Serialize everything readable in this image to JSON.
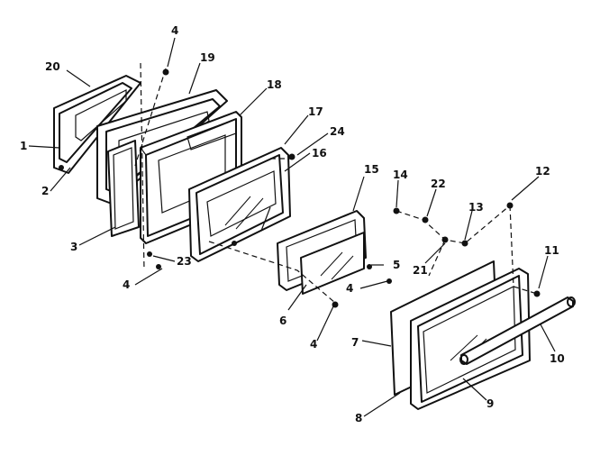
{
  "callouts": [
    {
      "id": "c1",
      "text": "1"
    },
    {
      "id": "c2",
      "text": "2"
    },
    {
      "id": "c3",
      "text": "3"
    },
    {
      "id": "c4a",
      "text": "4"
    },
    {
      "id": "c4b",
      "text": "4"
    },
    {
      "id": "c4c",
      "text": "4"
    },
    {
      "id": "c4d",
      "text": "4"
    },
    {
      "id": "c5",
      "text": "5"
    },
    {
      "id": "c6",
      "text": "6"
    },
    {
      "id": "c7",
      "text": "7"
    },
    {
      "id": "c8a",
      "text": "8"
    },
    {
      "id": "c9",
      "text": "9"
    },
    {
      "id": "c10",
      "text": "10"
    },
    {
      "id": "c11",
      "text": "11"
    },
    {
      "id": "c12",
      "text": "12"
    },
    {
      "id": "c13",
      "text": "13"
    },
    {
      "id": "c14",
      "text": "14"
    },
    {
      "id": "c15",
      "text": "15"
    },
    {
      "id": "c16",
      "text": "16"
    },
    {
      "id": "c17",
      "text": "17"
    },
    {
      "id": "c18",
      "text": "18"
    },
    {
      "id": "c19",
      "text": "19"
    },
    {
      "id": "c20",
      "text": "20"
    },
    {
      "id": "c21",
      "text": "21"
    },
    {
      "id": "c22",
      "text": "22"
    },
    {
      "id": "c23",
      "text": "23"
    },
    {
      "id": "c24",
      "text": "24"
    }
  ]
}
